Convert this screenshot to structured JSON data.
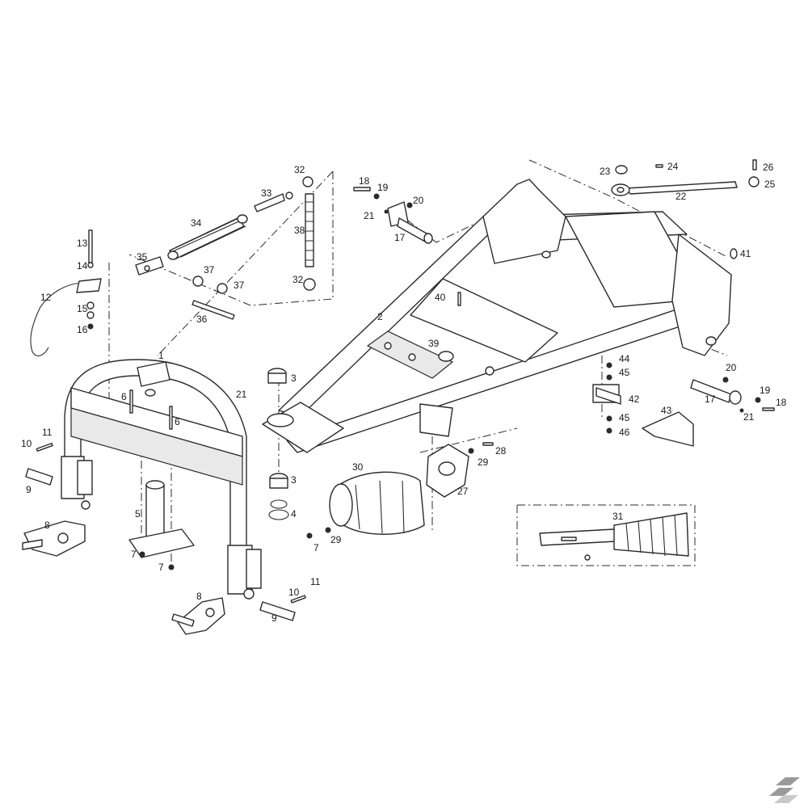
{
  "callouts": {
    "n1": "1",
    "n2": "2",
    "n3": "3",
    "n4": "4",
    "n5": "5",
    "n6": "6",
    "n7": "7",
    "n8": "8",
    "n9": "9",
    "n10": "10",
    "n11": "11",
    "n12": "12",
    "n13": "13",
    "n14": "14",
    "n15": "15",
    "n16": "16",
    "n17": "17",
    "n18": "18",
    "n19": "19",
    "n20": "20",
    "n21": "21",
    "n22": "22",
    "n23": "23",
    "n24": "24",
    "n25": "25",
    "n26": "26",
    "n27": "27",
    "n28": "28",
    "n29": "29",
    "n30": "30",
    "n31": "31",
    "n32": "32",
    "n33": "33",
    "n34": "34",
    "n35": "35",
    "n36": "36",
    "n37": "37",
    "n38": "38",
    "n39": "39",
    "n40": "40",
    "n41": "41",
    "n42": "42",
    "n43": "43",
    "n44": "44",
    "n45": "45",
    "n46": "46"
  },
  "logo_icon": "kramp-k-logo"
}
